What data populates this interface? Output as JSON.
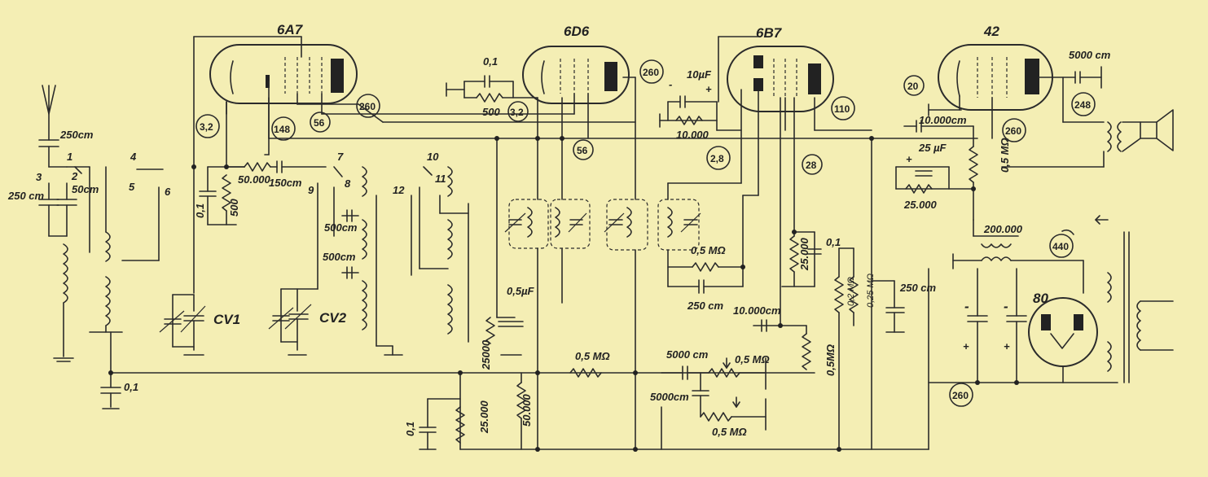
{
  "tubes": {
    "t1": "6A7",
    "t2": "6D6",
    "t3": "6B7",
    "t4": "42",
    "rect": "80"
  },
  "wire_numbers": {
    "n1": "3,2",
    "n2": "148",
    "n3": "56",
    "n4": "260",
    "n5": "3,2",
    "n6": "260",
    "n7": "56",
    "n8": "2,8",
    "n9": "28",
    "n10": "110",
    "n11": "20",
    "n12": "260",
    "n13": "248",
    "n14": "440",
    "n15": "260"
  },
  "switch_positions": [
    "1",
    "2",
    "3",
    "4",
    "5",
    "6",
    "7",
    "8",
    "9",
    "10",
    "11",
    "12"
  ],
  "components": {
    "c_ant1": "250cm",
    "c_ant2": "250 cm",
    "c_ant3": "50cm",
    "c_g1": "0,1",
    "r_50k": "50.000",
    "c_150": "150cm",
    "r_500a": "500",
    "c_01a": "0,1",
    "r_500b": "500",
    "cv1": "CV1",
    "cv2": "CV2",
    "c_500a": "500cm",
    "c_500b": "500cm",
    "c_10uf": "10µF",
    "r_10k": "10.000",
    "r_05a": "0,5 MΩ",
    "c_250": "250 cm",
    "r_25k": "25.000",
    "c_01b": "0,1",
    "c_10k": "10.000cm",
    "r_05b": "0,5MΩ",
    "r_02": "0,2 MΩ",
    "r_025": "0,25 MΩ",
    "c_250b": "250 cm",
    "c_5000a": "5000 cm",
    "c_5000b": "5000cm",
    "pot_05a": "0,5 MΩ",
    "pot_05b": "0,5 MΩ",
    "r_05c": "0,5 MΩ",
    "c_05uf": "0,5µF",
    "r_25000": "25000",
    "r_50000": "50.000",
    "r_25000b": "25.000",
    "c_01c": "0,1",
    "c_01d": "0,1",
    "c_10000b": "10.000cm",
    "c_25uf": "25 µF",
    "r_25000c": "25.000",
    "r_05d": "0,5 MΩ",
    "c_5000c": "5000 cm",
    "r_200k": "200.000"
  },
  "polarity": {
    "plus": "+",
    "minus": "-"
  }
}
